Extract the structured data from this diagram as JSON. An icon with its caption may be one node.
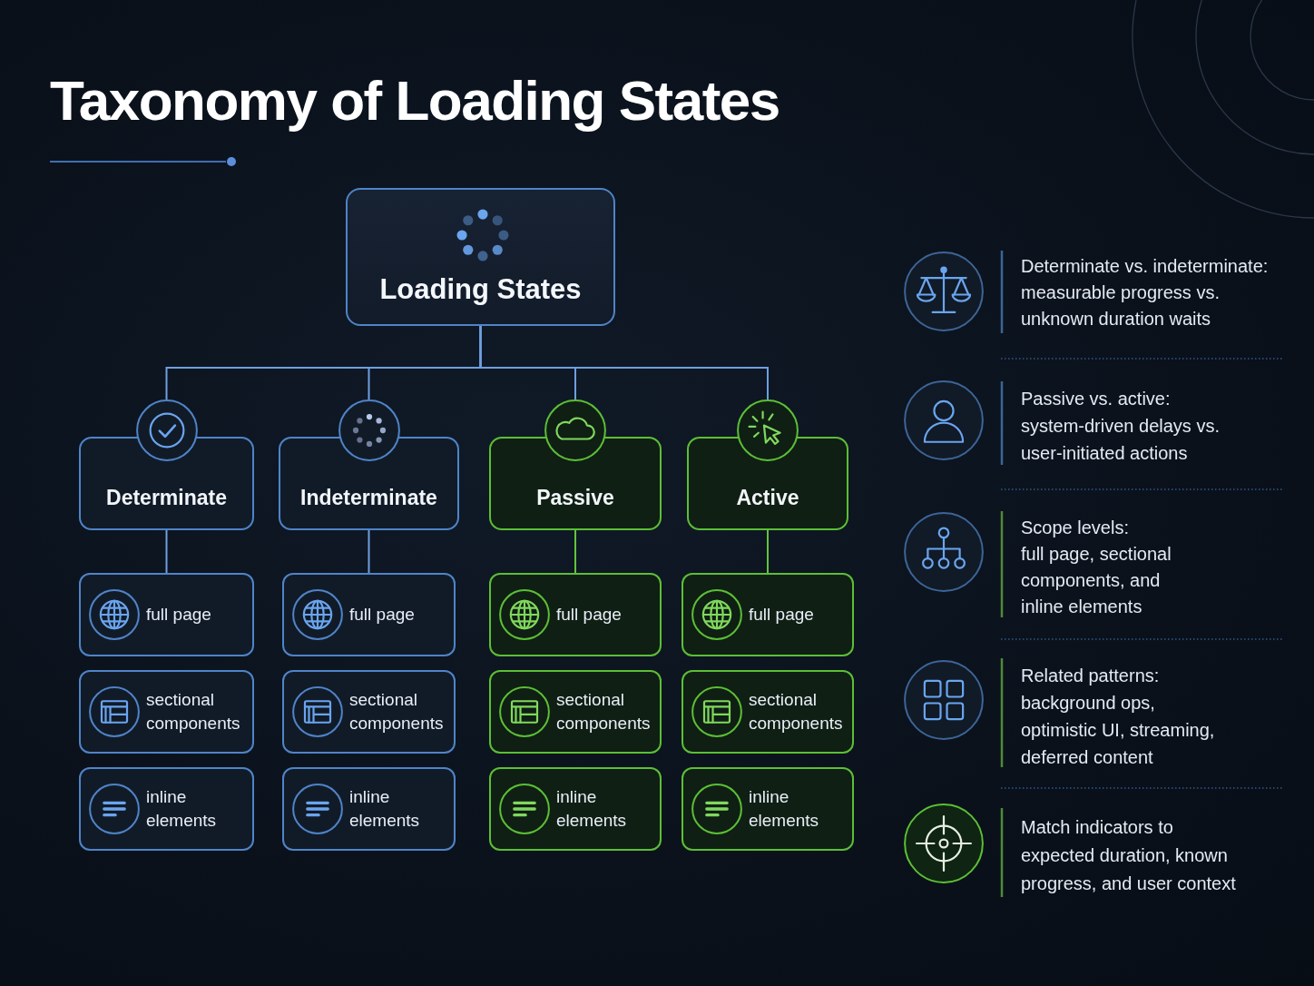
{
  "diagram": {
    "title": "Taxonomy of Loading States",
    "nodes": [
      {
        "text": [
          "Loading States"
        ]
      },
      {
        "text": [
          "Determinate"
        ]
      },
      {
        "text": [
          "Indeterminate"
        ]
      },
      {
        "text": [
          "Passive"
        ]
      },
      {
        "text": [
          "Active"
        ]
      },
      {
        "text": [
          "full page"
        ]
      },
      {
        "text": [
          "sectional components"
        ]
      },
      {
        "text": [
          "inline elements"
        ]
      },
      {
        "text": [
          "full page"
        ]
      },
      {
        "text": [
          "sectional components"
        ]
      },
      {
        "text": [
          "inline elements"
        ]
      },
      {
        "text": [
          "full page"
        ]
      },
      {
        "text": [
          "sectional components"
        ]
      },
      {
        "text": [
          "inline elements"
        ]
      },
      {
        "text": [
          "full page"
        ]
      },
      {
        "text": [
          "sectional components"
        ]
      },
      {
        "text": [
          "inline elements"
        ]
      }
    ],
    "edges": [
      {
        "from": 0,
        "to": 1,
        "arrow": "none"
      },
      {
        "from": 0,
        "to": 2,
        "arrow": "none"
      },
      {
        "from": 0,
        "to": 3,
        "arrow": "none"
      },
      {
        "from": 0,
        "to": 4,
        "arrow": "none"
      },
      {
        "from": 1,
        "to": 5,
        "arrow": "none"
      },
      {
        "from": 2,
        "to": 8,
        "arrow": "none"
      },
      {
        "from": 3,
        "to": 11,
        "arrow": "none",
        "color": "#62c43c"
      },
      {
        "from": 4,
        "to": 14,
        "arrow": "none",
        "color": "#62c43c"
      }
    ],
    "labels": [
      "Determinate vs. indeterminate:",
      "measurable progress vs. unknown duration waits",
      "Passive vs. active:",
      "system-driven delays vs. user-initiated actions",
      "Scope levels:",
      "full page, sectional components, and inline elements",
      "Related patterns:",
      "background ops, optimistic UI, streaming, deferred content",
      "Match indicators to expected duration, known progress, and user context"
    ]
  }
}
